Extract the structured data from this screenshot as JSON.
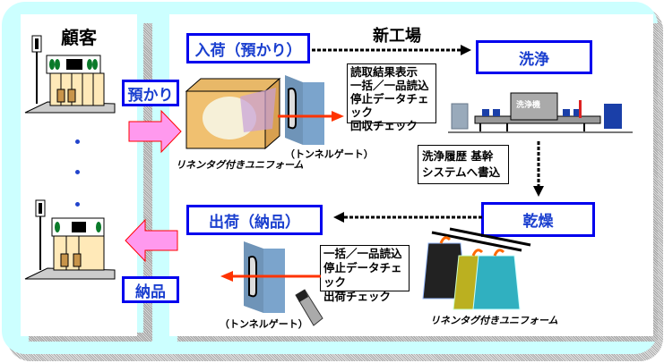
{
  "customer": {
    "title": "顧客",
    "deposit_label": "預かり",
    "delivery_label": "納品"
  },
  "factory": {
    "title": "新工場",
    "stages": {
      "receiving": "入荷（預かり）",
      "washing": "洗浄",
      "drying": "乾燥",
      "shipping": "出荷（納品）"
    },
    "notes": {
      "receiving": [
        "読取結果表示",
        "一括／一品読込",
        "停止データチェック",
        "回収チェック"
      ],
      "washing": [
        "洗浄履歴 基幹",
        "システムへ書込"
      ],
      "shipping": [
        "一括／一品読込",
        "停止データチェック",
        "出荷チェック"
      ]
    },
    "captions": {
      "uniform_box": "リネンタグ付きユニフォーム",
      "uniform_hangers": "リネンタグ付きユニフォーム",
      "tunnel_gate_top": "（トンネルゲート）",
      "tunnel_gate_bottom": "（トンネルゲート）",
      "washer": "洗浄機"
    }
  },
  "colors": {
    "frame": "#ccffff",
    "stage_border": "#0000ee",
    "stage_text": "#1a3fcf",
    "pink_arrow": "#ff99ee",
    "red_arrow": "#ff3300"
  }
}
